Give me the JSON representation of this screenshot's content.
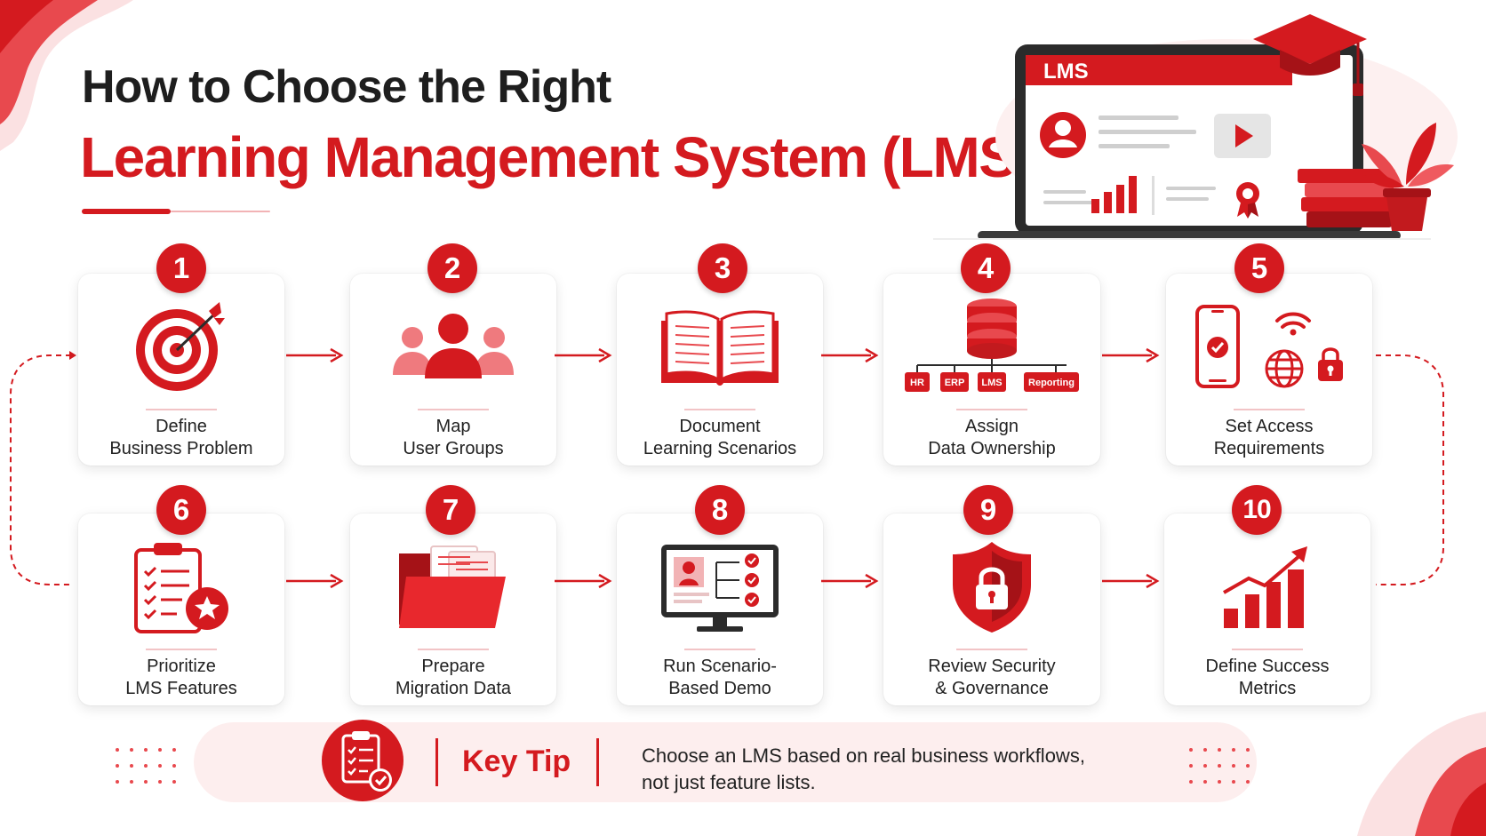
{
  "title": {
    "line1": "How to Choose the Right",
    "line2": "Learning Management System (LMS)"
  },
  "hero": {
    "screen_label": "LMS"
  },
  "steps": [
    {
      "number": "1",
      "line1": "Define",
      "line2": "Business Problem",
      "icon": "target-icon"
    },
    {
      "number": "2",
      "line1": "Map",
      "line2": "User Groups",
      "icon": "user-group-icon"
    },
    {
      "number": "3",
      "line1": "Document",
      "line2": "Learning Scenarios",
      "icon": "open-book-icon"
    },
    {
      "number": "4",
      "line1": "Assign",
      "line2": "Data Ownership",
      "icon": "database-icon",
      "nodes": [
        "HR",
        "ERP",
        "LMS",
        "Reporting"
      ]
    },
    {
      "number": "5",
      "line1": "Set Access",
      "line2": "Requirements",
      "icon": "mobile-access-icon"
    },
    {
      "number": "6",
      "line1": "Prioritize",
      "line2": "LMS Features",
      "icon": "checklist-icon"
    },
    {
      "number": "7",
      "line1": "Prepare",
      "line2": "Migration Data",
      "icon": "folder-icon"
    },
    {
      "number": "8",
      "line1": "Run Scenario-",
      "line2": "Based Demo",
      "icon": "monitor-demo-icon"
    },
    {
      "number": "9",
      "line1": "Review Security",
      "line2": "& Governance",
      "icon": "security-shield-icon"
    },
    {
      "number": "10",
      "line1": "Define Success",
      "line2": "Metrics",
      "icon": "growth-chart-icon"
    }
  ],
  "tip": {
    "title": "Key Tip",
    "line1": "Choose an LMS based on real business workflows,",
    "line2": "not just feature lists.",
    "icon": "clipboard-check-icon"
  },
  "colors": {
    "accent": "#d41a1f",
    "light": "#fdeeee",
    "mid": "#ef5a5f",
    "pale": "#f6b5b7"
  }
}
